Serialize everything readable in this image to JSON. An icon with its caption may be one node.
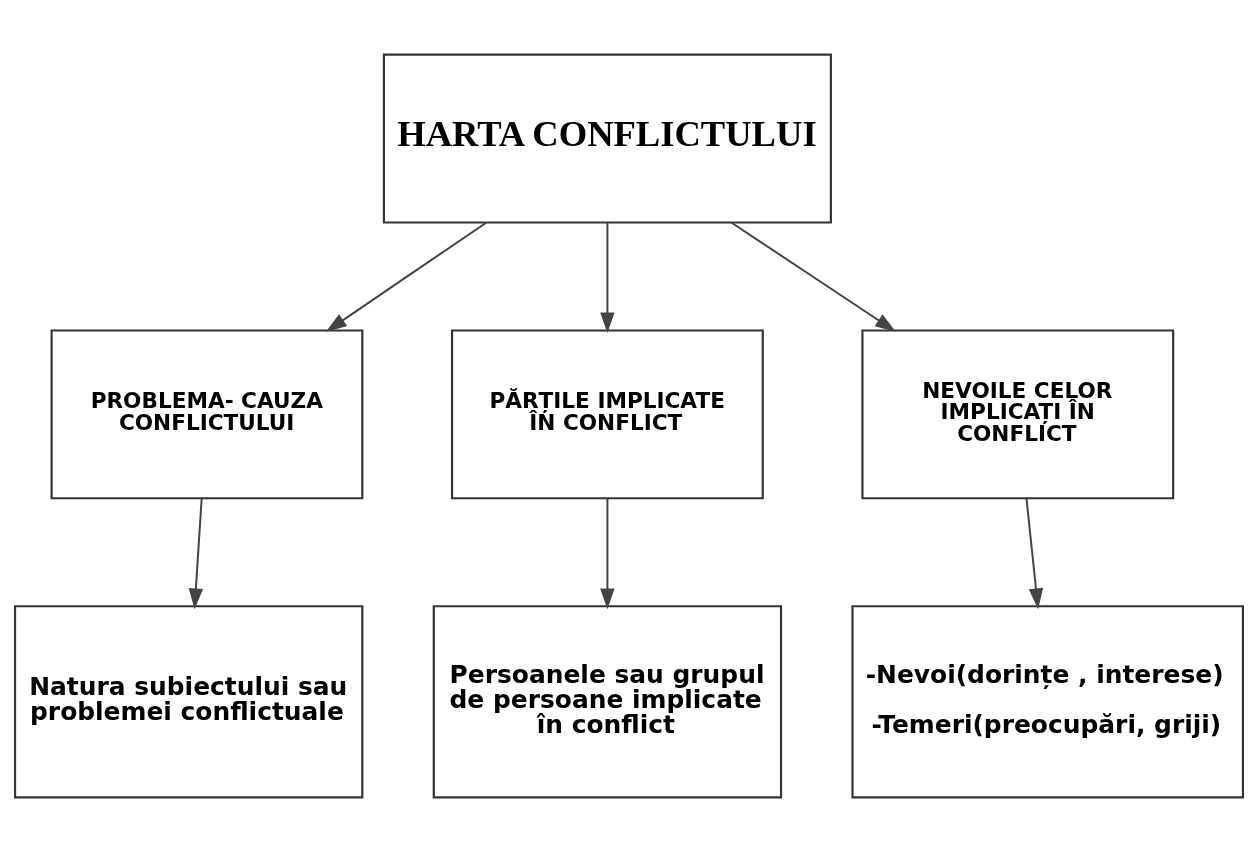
{
  "diagram": {
    "nodes": [
      {
        "text": [
          "HARTA CONFLICTULUI"
        ]
      },
      {
        "text": [
          "PROBLEMA- CAUZA CONFLICTULUI"
        ]
      },
      {
        "text": [
          "PĂRȚILE IMPLICATE ÎN CONFLICT"
        ]
      },
      {
        "text": [
          "NEVOILE CELOR IMPLICAȚI ÎN CONFLICT"
        ]
      },
      {
        "text": [
          "Natura subiectului sau problemei conflictuale"
        ]
      },
      {
        "text": [
          "Persoanele sau grupul de persoane implicate în conflict"
        ]
      },
      {
        "text": [
          "-Nevoi(dorințe , interese)",
          "-Temeri(preocupări, griji)"
        ]
      }
    ],
    "edges": [
      {
        "from": 0,
        "to": 1,
        "arrow": "to"
      },
      {
        "from": 0,
        "to": 2,
        "arrow": "to"
      },
      {
        "from": 0,
        "to": 3,
        "arrow": "to"
      },
      {
        "from": 1,
        "to": 4,
        "arrow": "to"
      },
      {
        "from": 2,
        "to": 5,
        "arrow": "to"
      },
      {
        "from": 3,
        "to": 6,
        "arrow": "to"
      }
    ]
  }
}
